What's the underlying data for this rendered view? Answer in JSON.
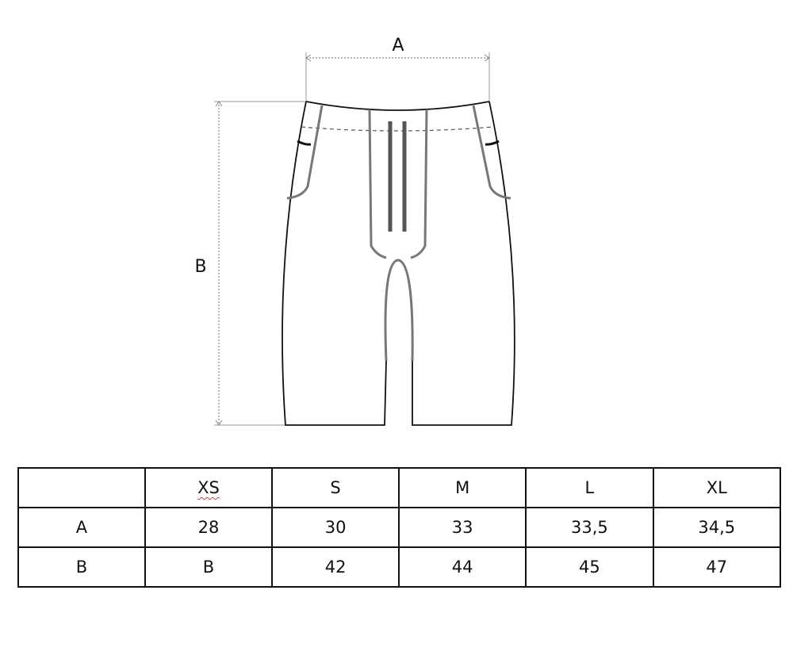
{
  "diagram": {
    "dimension_labels": {
      "width": "A",
      "length": "B"
    }
  },
  "size_table": {
    "header": [
      "",
      "XS",
      "S",
      "M",
      "L",
      "XL"
    ],
    "rows": [
      [
        "A",
        "28",
        "30",
        "33",
        "33,5",
        "34,5"
      ],
      [
        "B",
        "B",
        "42",
        "44",
        "45",
        "47"
      ]
    ]
  }
}
